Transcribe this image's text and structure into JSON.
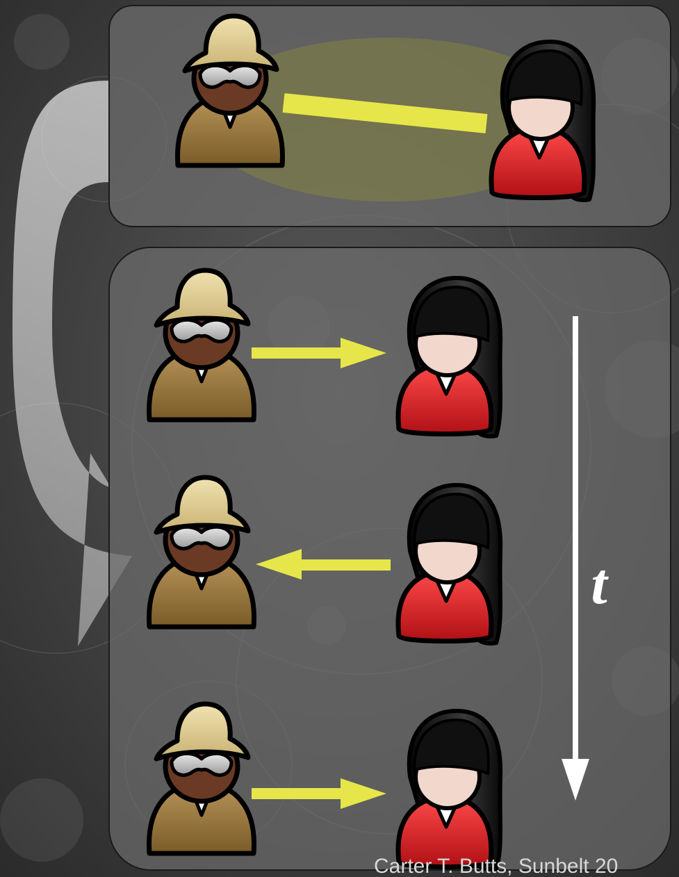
{
  "diagram": {
    "top_panel": {
      "relation": "undirected tie",
      "tie_color": "#e6e64a",
      "people": [
        "man-with-hat",
        "woman-with-black-hair"
      ]
    },
    "bottom_panel": {
      "events": [
        {
          "direction": "man-to-woman"
        },
        {
          "direction": "woman-to-man"
        },
        {
          "direction": "man-to-woman"
        }
      ],
      "arrow_color": "#e6e64a"
    },
    "time_axis": {
      "label": "t"
    },
    "credit": "Carter T. Butts, Sunbelt 20"
  },
  "colors": {
    "background": "#3a3a3a",
    "panel_fill": "#6a6a6a",
    "tie_yellow": "#e6e64a",
    "man_body": "#9c7b3a",
    "man_hat": "#e0cf95",
    "man_face": "#6b3a25",
    "woman_body": "#d9252a",
    "woman_hair": "#111111"
  }
}
